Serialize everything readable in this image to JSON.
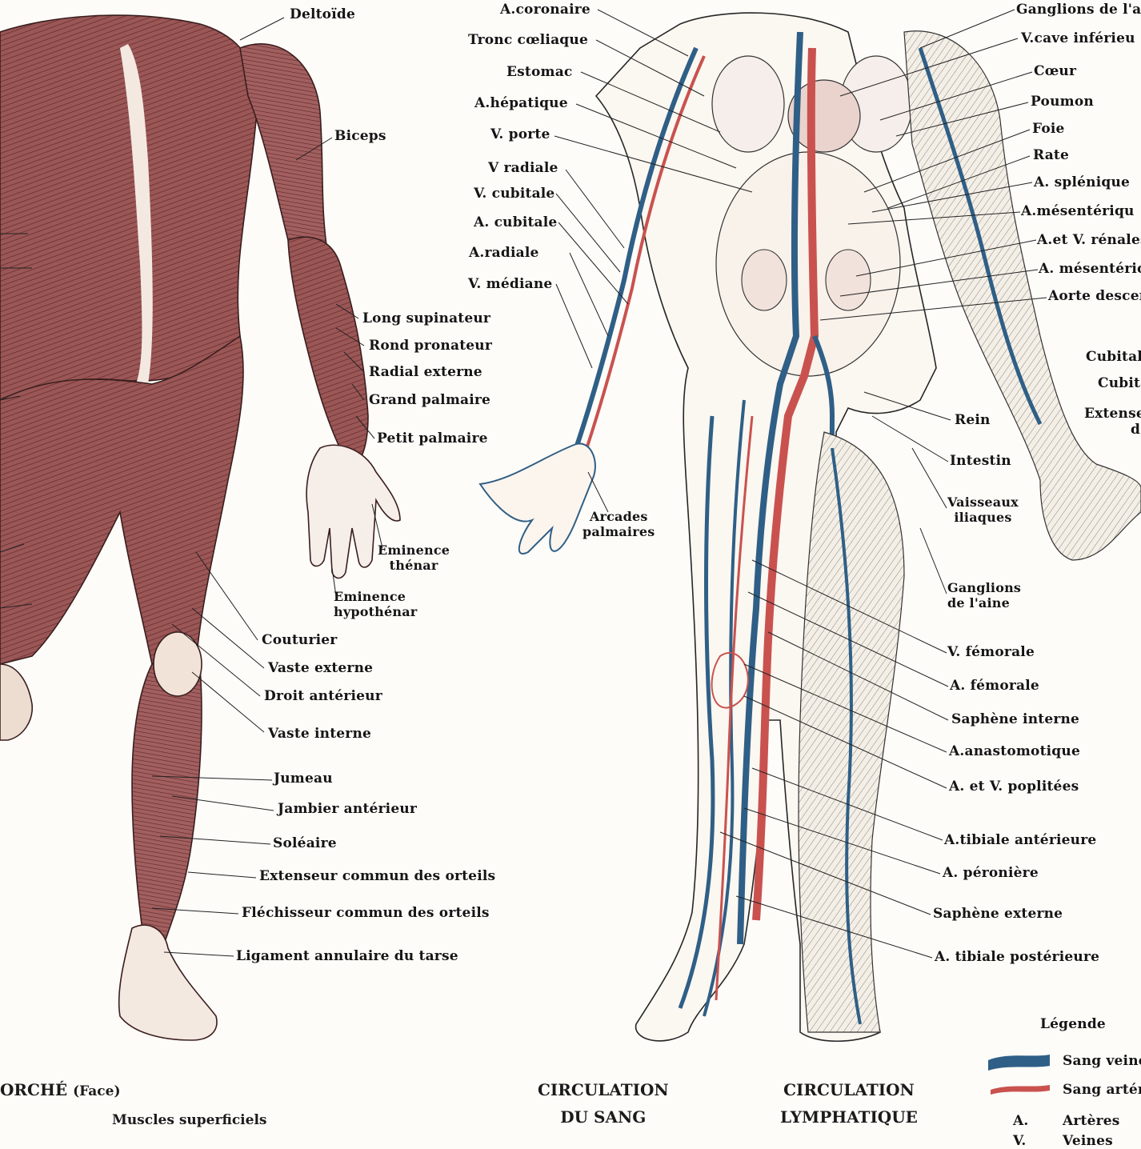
{
  "ecorche": {
    "labels": {
      "deltoide": "Deltoïde",
      "biceps": "Biceps",
      "long_supinateur": "Long supinateur",
      "rond_pronateur": "Rond pronateur",
      "radial_externe": "Radial externe",
      "grand_palmaire": "Grand palmaire",
      "petit_palmaire": "Petit palmaire",
      "eminence_thenar": "Eminence\nthénar",
      "eminence_hypothenar": "Eminence\nhypothénar",
      "couturier": "Couturier",
      "vaste_externe": "Vaste externe",
      "droit_anterieur": "Droit antérieur",
      "vaste_interne": "Vaste interne",
      "jumeau": "Jumeau",
      "jambier_anterieur": "Jambier antérieur",
      "soleaire": "Soléaire",
      "extenseur_orteils": "Extenseur commun des orteils",
      "flechisseur_orteils": "Fléchisseur commun des orteils",
      "ligament_tarse": "Ligament annulaire du tarse"
    },
    "caption_title": "ORCHÉ",
    "caption_sub": "(Face)",
    "caption_line2": "Muscles superficiels"
  },
  "circulation": {
    "left_labels": {
      "a_coronaire": "A.coronaire",
      "tronc_coeliaque": "Tronc cœliaque",
      "estomac": "Estomac",
      "a_hepatique": "A.hépatique",
      "v_porte": "V. porte",
      "v_radiale": "V radiale",
      "v_cubitale": "V. cubitale",
      "a_cubitale": "A. cubitale",
      "a_radiale": "A.radiale",
      "v_mediane": "V. médiane",
      "arcades_palmaires": "Arcades\npalmaires"
    },
    "right_labels": {
      "ganglions_aisselle": "Ganglions de l'a",
      "v_cave_inferieure": "V.cave inférieu",
      "coeur": "Cœur",
      "poumon": "Poumon",
      "foie": "Foie",
      "rate": "Rate",
      "a_splenique": "A. splénique",
      "a_mesenterique_sup": "A.mésentériqu",
      "a_v_renales": "A.et V. rénales",
      "a_mesenterique_inf": "A. mésentéric",
      "aorte_descendante": "Aorte descer",
      "cubital": "Cubital",
      "cubital2": "Cubita",
      "extenseur": "Extense",
      "extenseur_d": "d",
      "rein": "Rein",
      "intestin": "Intestin",
      "vaisseaux_iliaques": "Vaisseaux\niliaques",
      "ganglions_aine": "Ganglions\nde l'aine",
      "v_femorale": "V. fémorale",
      "a_femorale": "A. fémorale",
      "saphene_interne": "Saphène interne",
      "a_anastomotique": "A.anastomotique",
      "a_v_poplitees": "A. et V. poplitées",
      "a_tibiale_anterieure": "A.tibiale antérieure",
      "a_peroniere": "A. péronière",
      "saphene_externe": "Saphène externe",
      "a_tibiale_posterieure": "A. tibiale postérieure"
    },
    "caption_sang": "CIRCULATION\nDU SANG",
    "caption_lymph": "CIRCULATION\nLYMPHATIQUE"
  },
  "legend": {
    "title": "Légende",
    "items": [
      {
        "label": "Sang veine",
        "color": "#2f5f86"
      },
      {
        "label": "Sang artér",
        "color": "#c9524f"
      }
    ],
    "abbrev": [
      {
        "key": "A.",
        "label": "Artères"
      },
      {
        "key": "V.",
        "label": "Veines"
      }
    ]
  },
  "colors": {
    "vein": "#2f5f86",
    "artery": "#c9524f",
    "muscle": "#8a4444",
    "ink": "#1a1a1a"
  }
}
